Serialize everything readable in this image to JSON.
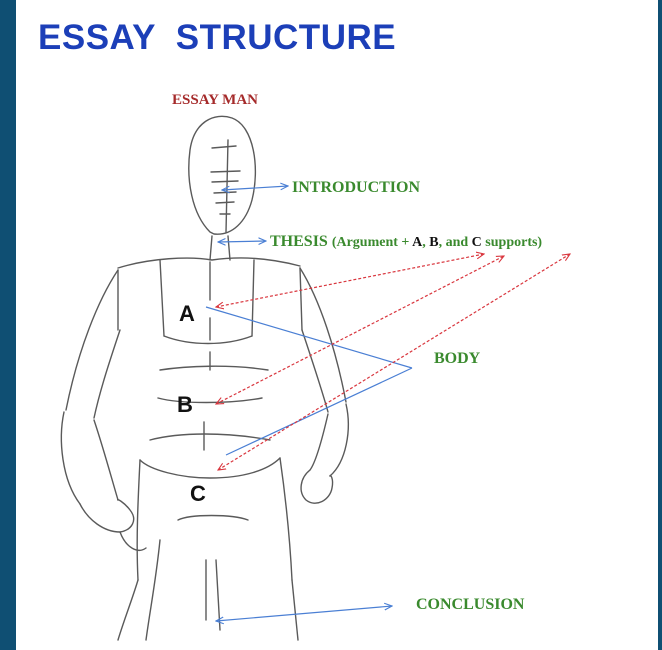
{
  "title": "ESSAY  STRUCTURE",
  "figure_label": "ESSAY MAN",
  "labels": {
    "introduction": "INTRODUCTION",
    "thesis": "THESIS",
    "thesis_open": "(Argument + ",
    "thesis_a": "A",
    "thesis_sep1": ", ",
    "thesis_b": "B",
    "thesis_sep2": ", and ",
    "thesis_c": "C",
    "thesis_close": " supports)",
    "body": "BODY",
    "conclusion": "CONCLUSION"
  },
  "points": {
    "a": "A",
    "b": "B",
    "c": "C"
  },
  "colors": {
    "frame": "#0f4f73",
    "title": "#1c3fb8",
    "figure_label": "#a52a2a",
    "section_label": "#3a8a2e",
    "thesis_arrow": "#d9363e",
    "pointer_arrow": "#4a7fd4",
    "sketch": "#5a5a5a",
    "letters": "#111111"
  }
}
